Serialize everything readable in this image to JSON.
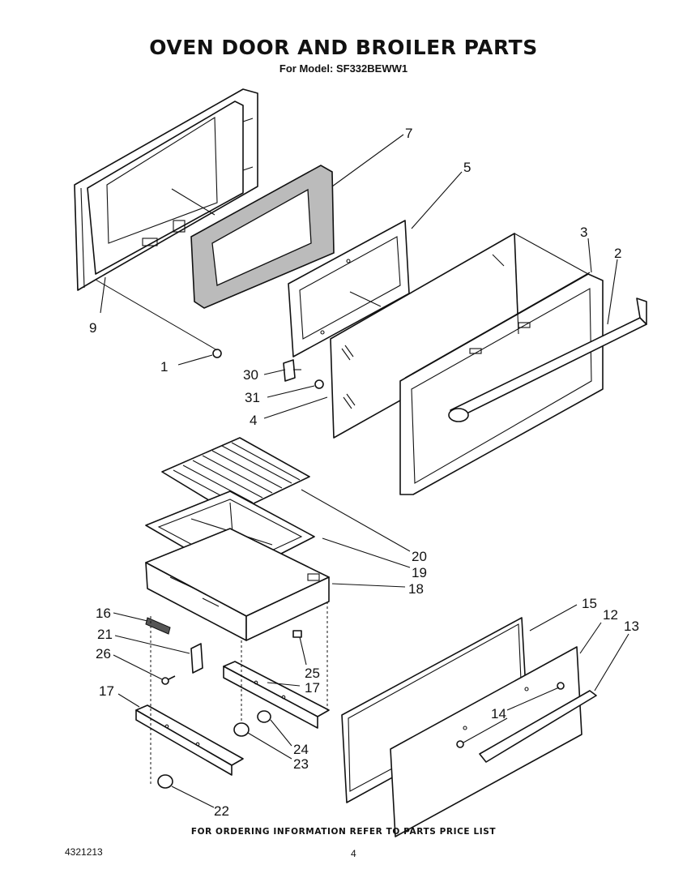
{
  "header": {
    "title": "OVEN DOOR AND BROILER PARTS",
    "model": "For Model: SF332BEWW1"
  },
  "callouts": [
    {
      "id": "c1",
      "label": "1"
    },
    {
      "id": "c2",
      "label": "2"
    },
    {
      "id": "c3",
      "label": "3"
    },
    {
      "id": "c4",
      "label": "4"
    },
    {
      "id": "c5",
      "label": "5"
    },
    {
      "id": "c7",
      "label": "7"
    },
    {
      "id": "c9",
      "label": "9"
    },
    {
      "id": "c12",
      "label": "12"
    },
    {
      "id": "c13",
      "label": "13"
    },
    {
      "id": "c14",
      "label": "14"
    },
    {
      "id": "c15",
      "label": "15"
    },
    {
      "id": "c16",
      "label": "16"
    },
    {
      "id": "c17a",
      "label": "17"
    },
    {
      "id": "c17b",
      "label": "17"
    },
    {
      "id": "c18",
      "label": "18"
    },
    {
      "id": "c19",
      "label": "19"
    },
    {
      "id": "c20",
      "label": "20"
    },
    {
      "id": "c21",
      "label": "21"
    },
    {
      "id": "c22",
      "label": "22"
    },
    {
      "id": "c23",
      "label": "23"
    },
    {
      "id": "c24",
      "label": "24"
    },
    {
      "id": "c25",
      "label": "25"
    },
    {
      "id": "c26",
      "label": "26"
    },
    {
      "id": "c30",
      "label": "30"
    },
    {
      "id": "c31",
      "label": "31"
    }
  ],
  "footer": {
    "note": "FOR ORDERING INFORMATION REFER TO PARTS PRICE LIST",
    "doc_number": "4321213",
    "page": "4"
  }
}
